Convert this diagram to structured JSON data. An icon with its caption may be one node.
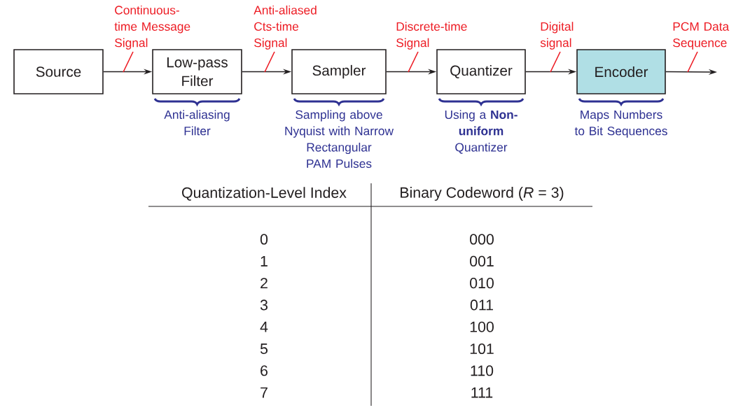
{
  "diagram": {
    "nodes": [
      {
        "text": [
          "Source"
        ]
      },
      {
        "text": [
          "Low-pass Filter"
        ],
        "beside": [
          "Anti-aliasing Filter"
        ]
      },
      {
        "text": [
          "Sampler"
        ],
        "beside": [
          "Sampling above Nyquist with Narrow Rectangular PAM Pulses"
        ]
      },
      {
        "text": [
          "Quantizer"
        ],
        "beside": [
          "Using a **Non-uniform** Quantizer"
        ]
      },
      {
        "text": [
          "Encoder"
        ],
        "beside": [
          "Maps Numbers to Bit Sequences"
        ]
      }
    ],
    "edges": [
      {
        "from": 0,
        "to": 1,
        "arrow": "to",
        "label": "Continuous-time Message Signal"
      },
      {
        "from": 1,
        "to": 2,
        "arrow": "to",
        "label": "Anti-aliased Cts-time Signal"
      },
      {
        "from": 2,
        "to": 3,
        "arrow": "to",
        "label": "Discrete-time Signal"
      },
      {
        "from": 3,
        "to": 4,
        "arrow": "to",
        "label": "Digital signal"
      },
      {
        "from": 4,
        "to": null,
        "arrow": "to",
        "label": "PCM Data Sequence"
      }
    ],
    "labels": [
      "Quantization-Level Index",
      "Binary Codeword (*R* = 3)",
      "0",
      "000",
      "1",
      "001",
      "2",
      "010",
      "3",
      "011",
      "4",
      "100",
      "5",
      "101",
      "6",
      "110",
      "7",
      "111"
    ]
  }
}
